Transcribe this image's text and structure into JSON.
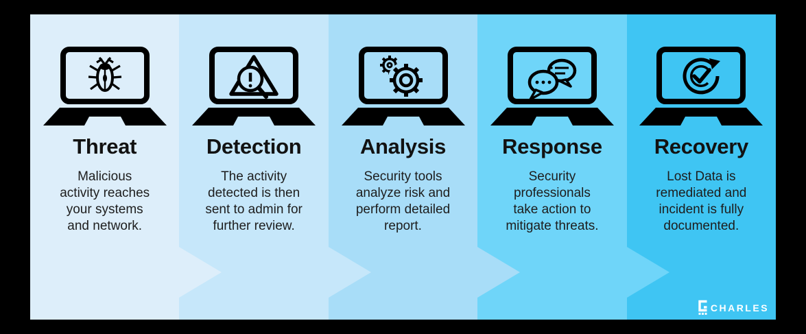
{
  "steps": [
    {
      "title": "Threat",
      "icon": "bug-icon",
      "background": "#ddeefa",
      "lines": [
        "Malicious",
        "activity reaches",
        "your systems",
        "and network."
      ]
    },
    {
      "title": "Detection",
      "icon": "warning-magnifier-icon",
      "background": "#c6e7fa",
      "lines": [
        "The activity",
        "detected is then",
        "sent to admin for",
        "further review."
      ]
    },
    {
      "title": "Analysis",
      "icon": "gears-icon",
      "background": "#a8ddf8",
      "lines": [
        "Security tools",
        "analyze risk and",
        "perform detailed",
        "report."
      ]
    },
    {
      "title": "Response",
      "icon": "chat-bubbles-icon",
      "background": "#6fd5f9",
      "lines": [
        "Security",
        "professionals",
        "take action to",
        "mitigate threats."
      ]
    },
    {
      "title": "Recovery",
      "icon": "refresh-check-icon",
      "background": "#3fc5f3",
      "lines": [
        "Lost Data is",
        "remediated and",
        "incident is fully",
        "documented."
      ]
    }
  ],
  "logo": {
    "text": "CHARLES"
  },
  "colors": {
    "frame": "#000000",
    "icon": "#000000",
    "title_text": "#121212",
    "body_text": "#1d1d1d",
    "logo_text": "#ffffff"
  }
}
